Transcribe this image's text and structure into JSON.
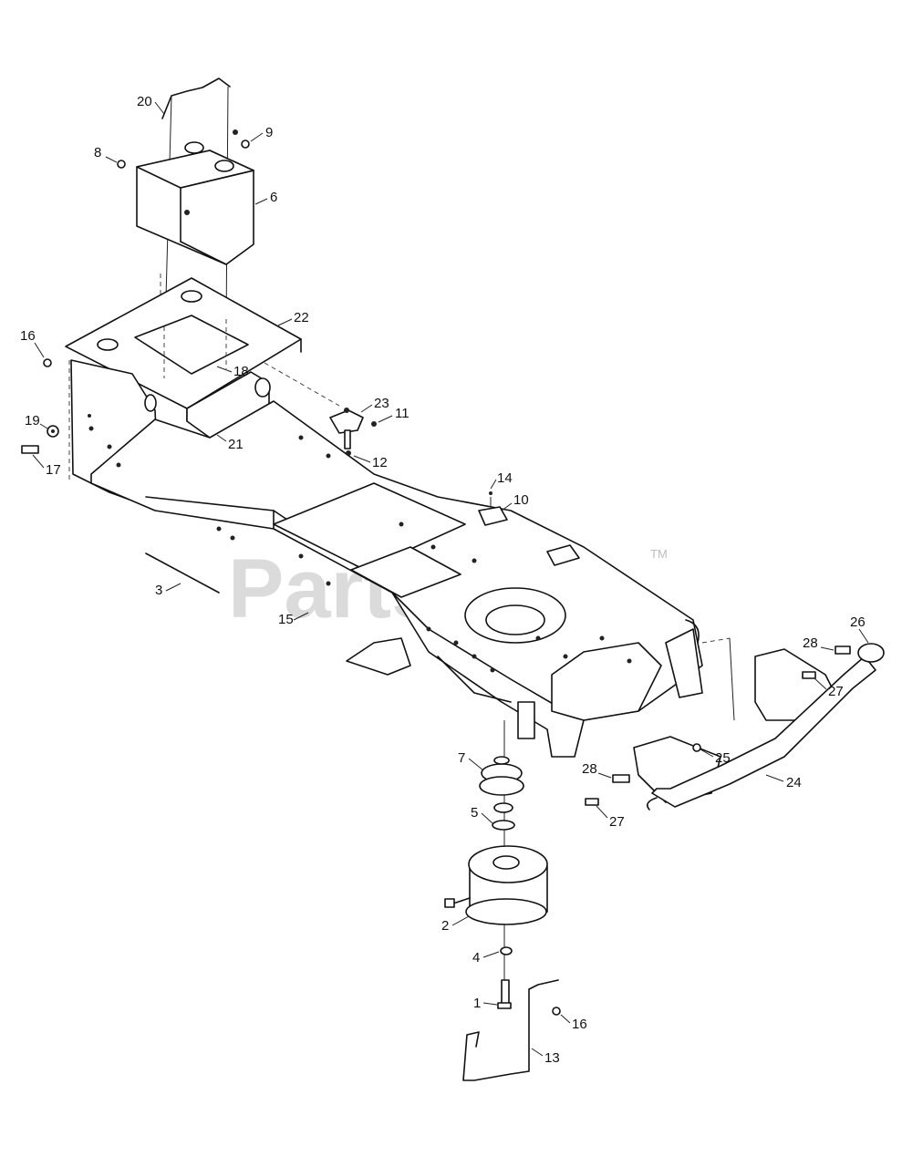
{
  "watermark": {
    "text": "PartsTree",
    "trademark": "TM"
  },
  "callouts": [
    {
      "id": "c20",
      "label": "20"
    },
    {
      "id": "c9",
      "label": "9"
    },
    {
      "id": "c8",
      "label": "8"
    },
    {
      "id": "c6",
      "label": "6"
    },
    {
      "id": "c22",
      "label": "22"
    },
    {
      "id": "c16a",
      "label": "16"
    },
    {
      "id": "c18",
      "label": "18"
    },
    {
      "id": "c23",
      "label": "23"
    },
    {
      "id": "c11",
      "label": "11"
    },
    {
      "id": "c19",
      "label": "19"
    },
    {
      "id": "c21",
      "label": "21"
    },
    {
      "id": "c12",
      "label": "12"
    },
    {
      "id": "c17",
      "label": "17"
    },
    {
      "id": "c14",
      "label": "14"
    },
    {
      "id": "c10",
      "label": "10"
    },
    {
      "id": "c3",
      "label": "3"
    },
    {
      "id": "c15",
      "label": "15"
    },
    {
      "id": "c26",
      "label": "26"
    },
    {
      "id": "c28a",
      "label": "28"
    },
    {
      "id": "c27a",
      "label": "27"
    },
    {
      "id": "c7",
      "label": "7"
    },
    {
      "id": "c25",
      "label": "25"
    },
    {
      "id": "c28b",
      "label": "28"
    },
    {
      "id": "c24",
      "label": "24"
    },
    {
      "id": "c5",
      "label": "5"
    },
    {
      "id": "c27b",
      "label": "27"
    },
    {
      "id": "c2",
      "label": "2"
    },
    {
      "id": "c4",
      "label": "4"
    },
    {
      "id": "c1",
      "label": "1"
    },
    {
      "id": "c16b",
      "label": "16"
    },
    {
      "id": "c13",
      "label": "13"
    }
  ]
}
